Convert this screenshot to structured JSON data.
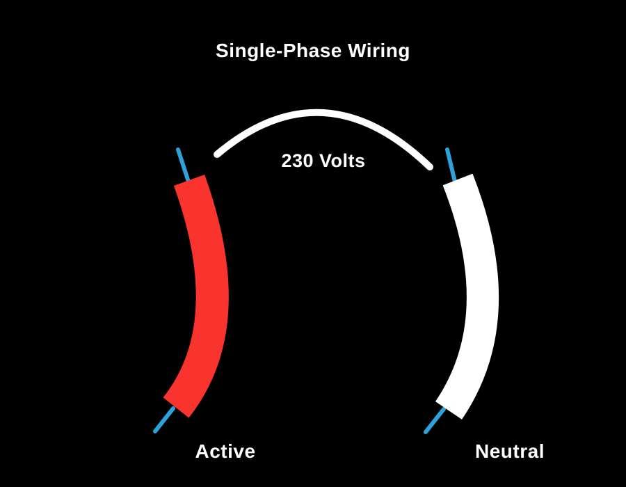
{
  "diagram": {
    "title": "Single-Phase Wiring",
    "voltage_label": "230 Volts",
    "wires": [
      {
        "id": "active",
        "label": "Active"
      },
      {
        "id": "neutral",
        "label": "Neutral"
      }
    ]
  },
  "colors": {
    "background": "#000000",
    "text": "#ffffff",
    "arc": "#ffffff",
    "active_wire": "#f9332d",
    "neutral_wire": "#ffffff",
    "lead_wire": "#2ba2da"
  }
}
